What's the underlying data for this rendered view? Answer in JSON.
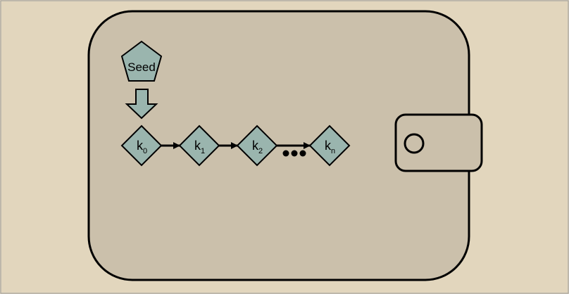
{
  "diagram": {
    "seed_label": "Seed",
    "keys": [
      {
        "base": "k",
        "sub": "0"
      },
      {
        "base": "k",
        "sub": "1"
      },
      {
        "base": "k",
        "sub": "2"
      },
      {
        "base": "k",
        "sub": "n"
      }
    ],
    "colors": {
      "background": "#e2d6bd",
      "wallet": "#cbc0ab",
      "node": "#9ab5ae",
      "stroke": "#000000"
    }
  }
}
